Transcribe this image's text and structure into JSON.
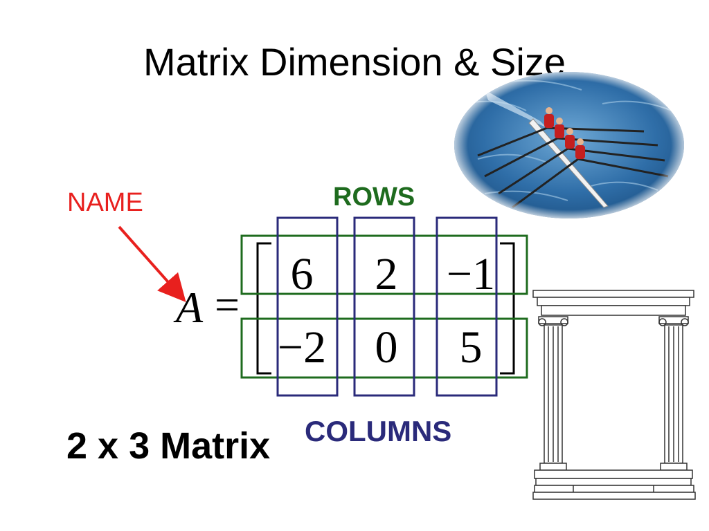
{
  "slide": {
    "title": "Matrix Dimension & Size"
  },
  "labels": {
    "name": "NAME",
    "rows": "ROWS",
    "columns": "COLUMNS",
    "matrix_size": "2 x 3 Matrix"
  },
  "equation": {
    "variable": "A",
    "equals": "=",
    "matrix": [
      [
        "6",
        "2",
        "−1"
      ],
      [
        "−2",
        "0",
        "5"
      ]
    ]
  },
  "colors": {
    "name": "#e8201e",
    "rows": "#1e6b1e",
    "columns": "#2a2a7a",
    "arrow": "#e8201e"
  },
  "images": {
    "rowing_photo": "rowing-boat-photo",
    "greek_columns": "greek-column-frame-illustration"
  }
}
